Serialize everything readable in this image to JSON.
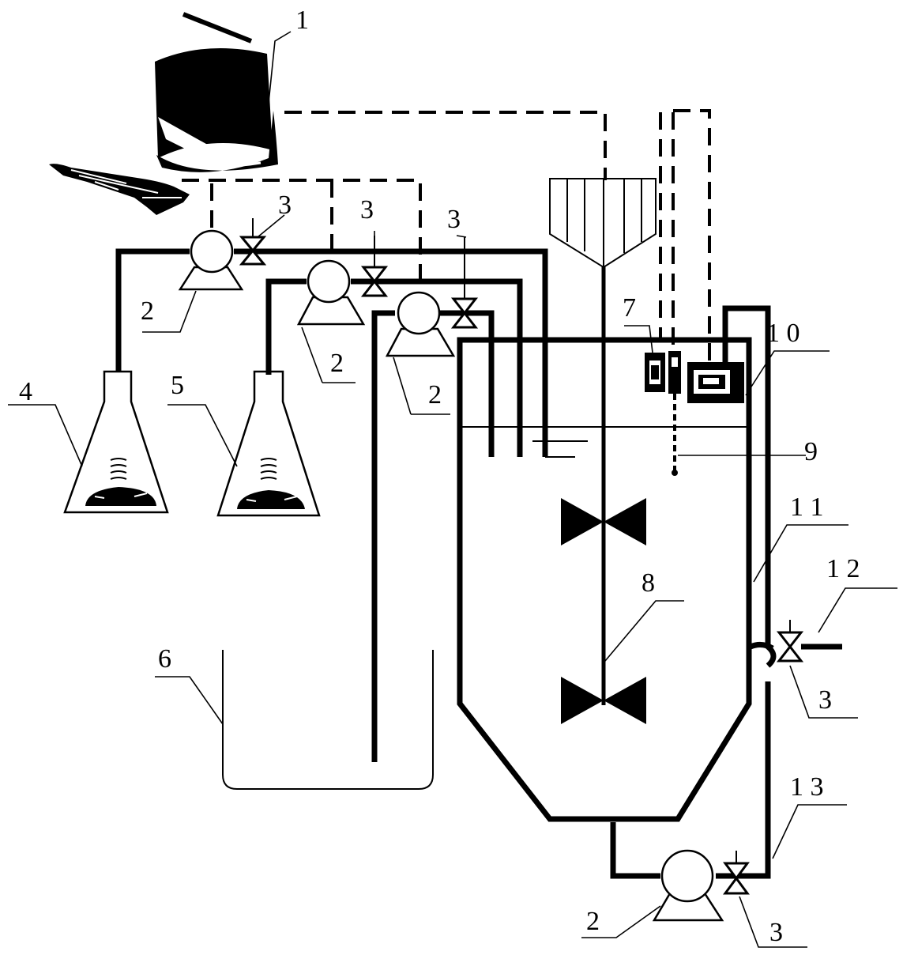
{
  "callouts": {
    "c1": "1",
    "c2": "2",
    "c3": "3",
    "c4": "4",
    "c5": "5",
    "c6": "6",
    "c7": "7",
    "c8": "8",
    "c9": "9",
    "c10": "1 0",
    "c11": "1 1",
    "c12": "1 2",
    "c13": "1 3"
  },
  "colors": {
    "ink": "#000000",
    "paper": "#ffffff"
  }
}
